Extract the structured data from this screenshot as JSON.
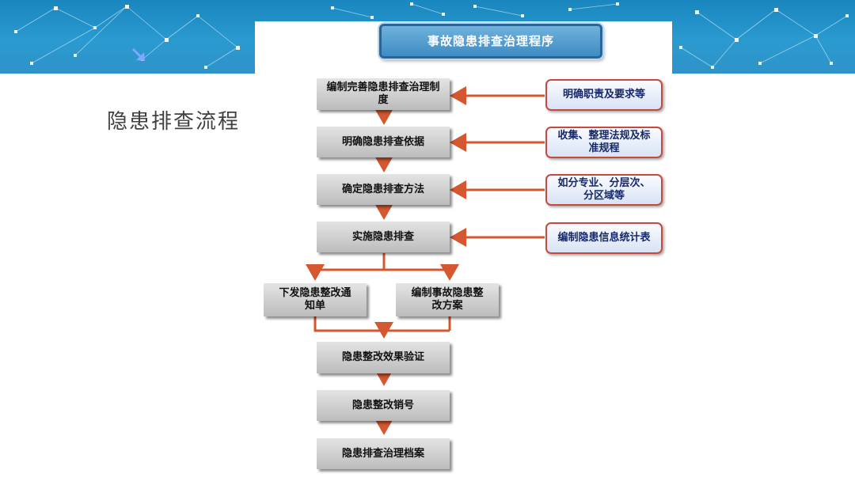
{
  "slide_title": "隐患排查流程",
  "diagram_title": "事故隐患排查治理程序",
  "steps": [
    "编制完善隐患排查治理制度",
    "明确隐患排查依据",
    "确定隐患排查方法",
    "实施隐患排查"
  ],
  "inputs": [
    "明确职责及要求等",
    "收集、整理法规及标准规程",
    "如分专业、分层次、分区域等",
    "编制隐患信息统计表"
  ],
  "branches": [
    "下发隐患整改通知单",
    "编制事故隐患整改方案"
  ],
  "final_steps": [
    "隐患整改效果验证",
    "隐患整改销号",
    "隐患排查治理档案"
  ],
  "colors": {
    "arrow": "#d4572f",
    "side_border": "#c34a3c",
    "header_fill": "#4a96cc",
    "banner": "#2a94cc"
  }
}
